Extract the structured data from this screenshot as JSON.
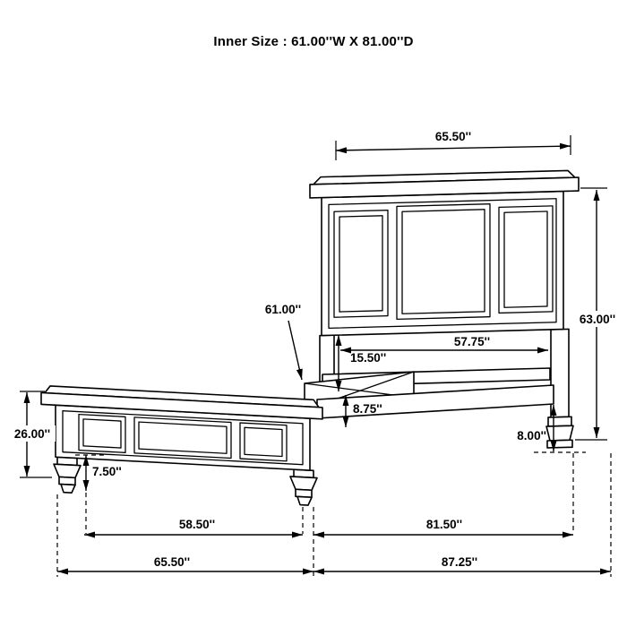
{
  "title": "Inner Size : 61.00''W X 81.00''D",
  "dims": {
    "headboard_width": "65.50''",
    "overall_height": "63.00''",
    "inner_width": "61.00''",
    "headboard_inner_width": "57.75''",
    "rail_to_headboard": "15.50''",
    "rail_height": "8.75''",
    "rail_to_floor": "8.00''",
    "footboard_height": "26.00''",
    "foot_leg_height": "7.50''",
    "footboard_inner_width": "58.50''",
    "inner_depth": "81.50''",
    "footboard_width": "65.50''",
    "overall_depth": "87.25''"
  }
}
